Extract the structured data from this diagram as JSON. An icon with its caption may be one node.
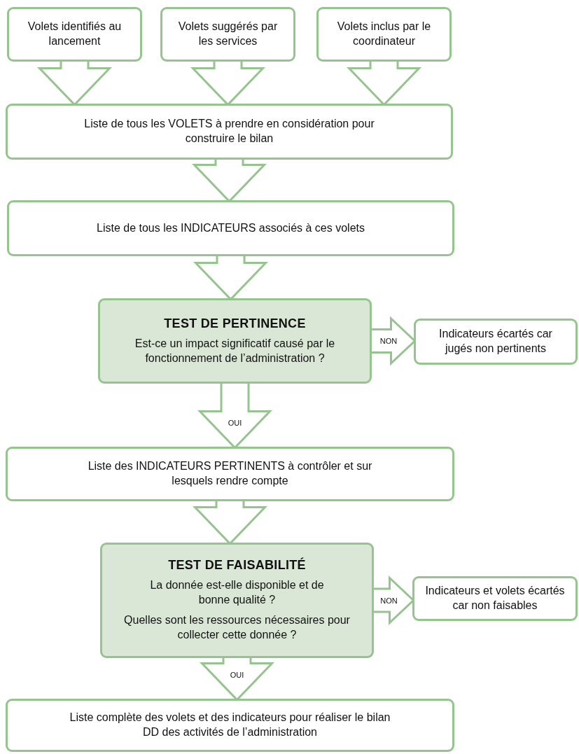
{
  "diagram": {
    "nodes": [
      {
        "text": [
          "Volets identifiés au lancement"
        ]
      },
      {
        "text": [
          "Volets suggérés par les services"
        ]
      },
      {
        "text": [
          "Volets inclus par le coordinateur"
        ]
      },
      {
        "text": [
          "Liste de tous les VOLETS à prendre en considération pour construire le bilan"
        ]
      },
      {
        "text": [
          "Liste de tous les INDICATEURS associés à ces volets"
        ]
      },
      {
        "text": [
          "TEST DE PERTINENCE",
          "Est-ce un impact significatif causé par le fonctionnement de l’administration ?"
        ]
      },
      {
        "text": [
          "Indicateurs écartés car jugés non pertinents"
        ]
      },
      {
        "text": [
          "Liste des INDICATEURS PERTINENTS à contrôler et sur lesquels rendre compte"
        ]
      },
      {
        "text": [
          "TEST DE FAISABILITÉ",
          "La donnée est-elle disponible et de bonne qualité ?",
          "Quelles sont les ressources nécessaires pour collecter cette donnée ?"
        ]
      },
      {
        "text": [
          "Indicateurs et volets écartés car non faisables"
        ]
      },
      {
        "text": [
          "Liste complète des volets et des indicateurs pour réaliser le bilan DD des activités de l’administration"
        ]
      }
    ],
    "edges": [
      {
        "from": 0,
        "to": 3,
        "arrow": "to"
      },
      {
        "from": 1,
        "to": 3,
        "arrow": "to"
      },
      {
        "from": 2,
        "to": 3,
        "arrow": "to"
      },
      {
        "from": 3,
        "to": 4,
        "arrow": "to"
      },
      {
        "from": 4,
        "to": 5,
        "arrow": "to"
      },
      {
        "from": 5,
        "to": 6,
        "arrow": "to",
        "label": "NON"
      },
      {
        "from": 5,
        "to": 7,
        "arrow": "to",
        "label": "OUI"
      },
      {
        "from": 7,
        "to": 8,
        "arrow": "to"
      },
      {
        "from": 8,
        "to": 9,
        "arrow": "to",
        "label": "NON"
      },
      {
        "from": 8,
        "to": 10,
        "arrow": "to",
        "label": "OUI"
      }
    ]
  }
}
